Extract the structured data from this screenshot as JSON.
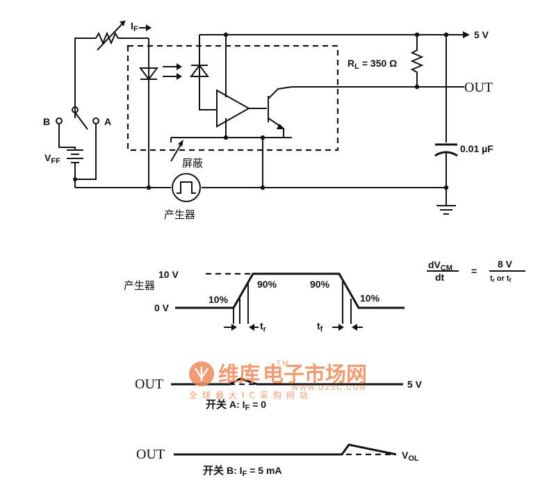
{
  "circuit": {
    "current_label": "I",
    "current_sub": "F",
    "vff_label": "V",
    "vff_sub": "FF",
    "switch_b": "B",
    "switch_a": "A",
    "supply": "5 V",
    "rl_label": "R",
    "rl_sub": "L",
    "rl_value": "= 350 Ω",
    "out": "OUT",
    "cap_value": "0.01 µF",
    "shield": "屏蔽",
    "generator": "产生器"
  },
  "timing": {
    "generator": "产生器",
    "v_high": "10 V",
    "v_low": "0 V",
    "pct_10_left": "10%",
    "pct_90_left": "90%",
    "pct_90_right": "90%",
    "pct_10_right": "10%",
    "tr": "t",
    "tr_sub": "r",
    "tf": "t",
    "tf_sub": "f"
  },
  "formula": {
    "lhs_num": "dV",
    "lhs_num_sub": "CM",
    "lhs_den": "dt",
    "eq": "=",
    "rhs_num": "8 V",
    "rhs_den": "t",
    "rhs_den_sub1": "r",
    "rhs_den_mid": " or t",
    "rhs_den_sub2": "f"
  },
  "out_a": {
    "out": "OUT",
    "level": "5 V",
    "caption_cn": "开关",
    "caption": "A: I",
    "caption_sub": "F",
    "caption_end": " = 0"
  },
  "out_b": {
    "out": "OUT",
    "level": "V",
    "level_sub": "OL",
    "caption_cn": "开关",
    "caption": "B: I",
    "caption_sub": "F",
    "caption_end": " = 5 mA"
  },
  "watermark": {
    "title": "维库",
    "title2": "电子市场网",
    "tm": "TM",
    "url": "WWW.DZSC.COM",
    "sub": "全球最大IC采购网站"
  },
  "colors": {
    "ink": "#111111",
    "watermark": "#ef8a5a"
  }
}
